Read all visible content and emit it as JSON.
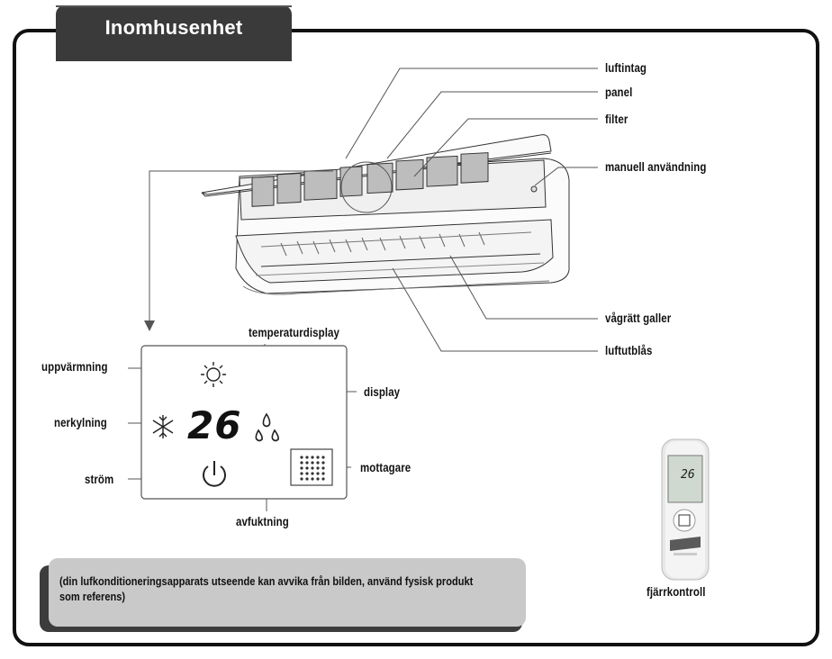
{
  "title": "Inomhusenhet",
  "labels": {
    "air_intake": "luftintag",
    "panel": "panel",
    "filter": "filter",
    "manual_operation": "manuell användning",
    "horizontal_louver": "vågrätt galler",
    "air_outlet": "luftutblås",
    "temperature_display": "temperaturdisplay",
    "heating": "uppvärmning",
    "display": "display",
    "cooling": "nerkylning",
    "power": "ström",
    "receiver": "mottagare",
    "dehumidify": "avfuktning",
    "remote_control": "fjärrkontroll"
  },
  "display_temperature": "26",
  "remote_display_temperature": "26",
  "note": "(din lufkonditioneringsapparats utseende kan avvika från bilden, använd fysisk produkt som referens)",
  "colors": {
    "frame": "#111111",
    "tab": "#3a3a3a",
    "note_bg": "#c9c9c9",
    "note_shadow": "#3c3c3c",
    "leader": "#555555"
  },
  "icons": [
    "sun-icon",
    "snowflake-icon",
    "droplets-icon",
    "power-icon",
    "receiver-grid-icon"
  ]
}
